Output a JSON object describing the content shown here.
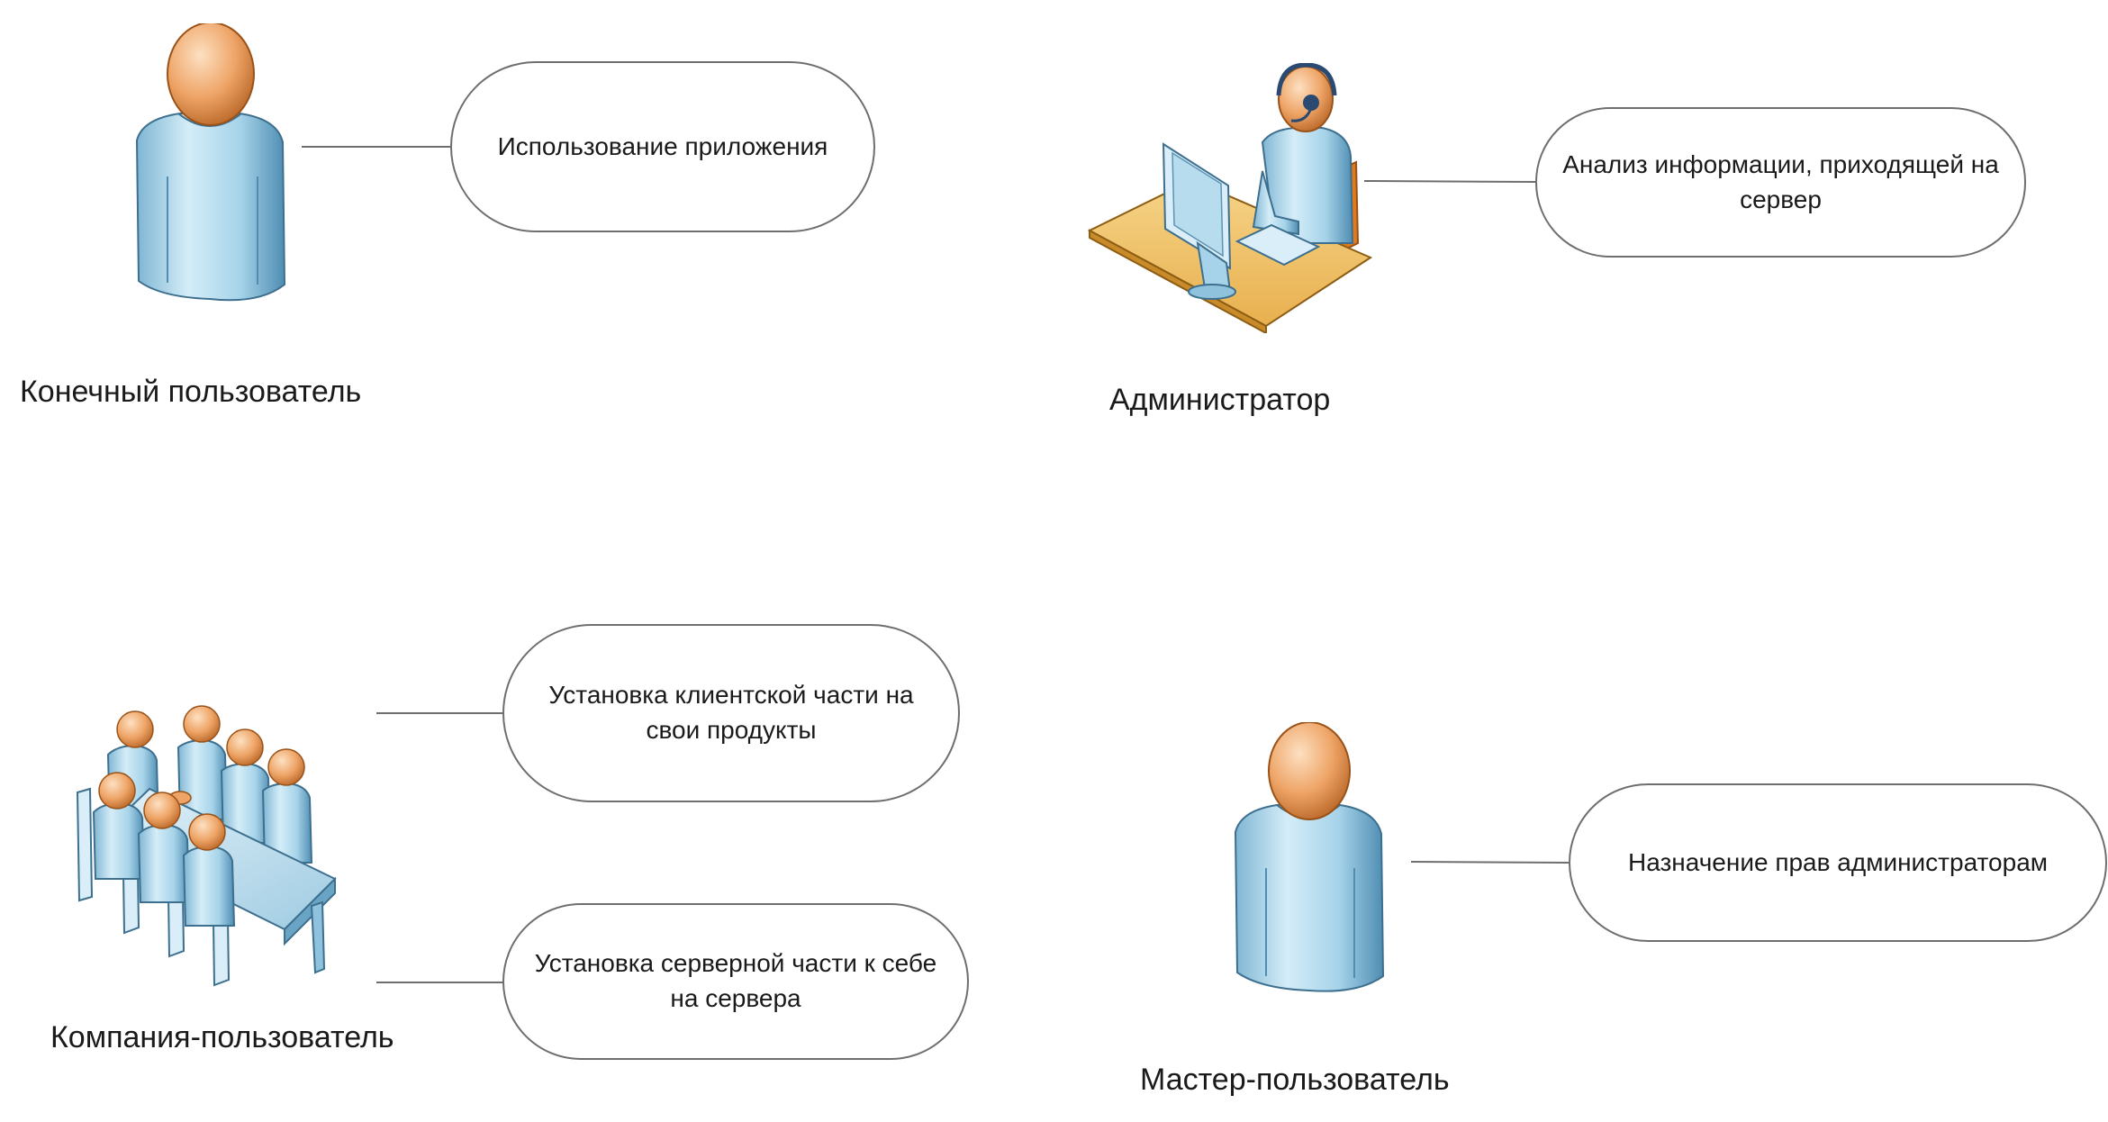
{
  "actors": {
    "end_user": {
      "label": "Конечный пользователь",
      "icon": "person-icon"
    },
    "admin": {
      "label": "Администратор",
      "icon": "admin-workstation-icon"
    },
    "company_user": {
      "label": "Компания-пользователь",
      "icon": "meeting-group-icon"
    },
    "master_user": {
      "label": "Мастер-пользователь",
      "icon": "person-icon"
    }
  },
  "use_cases": {
    "use_app": "Использование приложения",
    "analyze_info": "Анализ информации, приходящей на сервер",
    "install_client": "Установка клиентской части на свои продукты",
    "install_server": "Установка серверной части к себе на сервера",
    "assign_rights": "Назначение прав администраторам"
  },
  "colors": {
    "head_orange": "#e99a5c",
    "body_blue": "#a9d6ea",
    "desk": "#f1c76f",
    "line": "#6e6e6e"
  }
}
